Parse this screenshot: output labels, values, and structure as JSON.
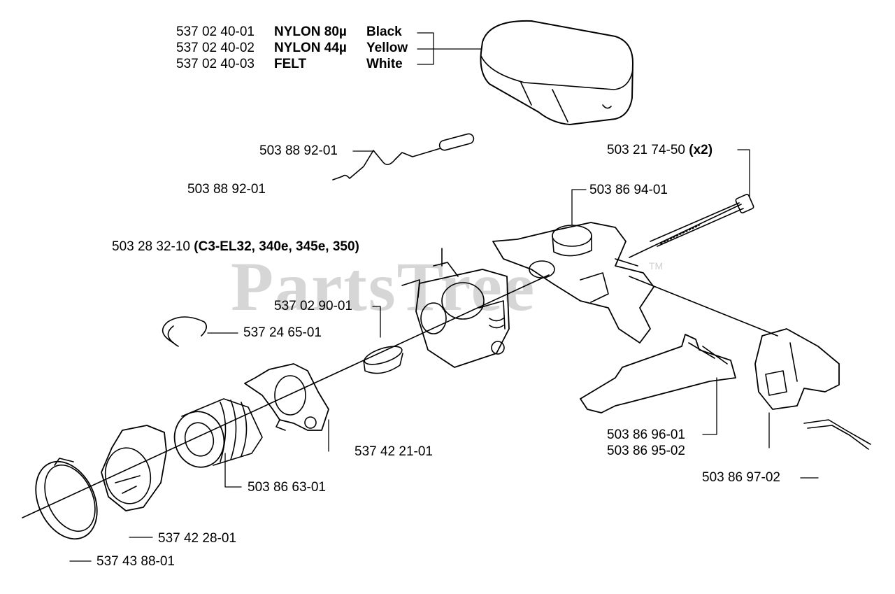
{
  "watermark": {
    "text": "PartsTree",
    "trademark": "TM"
  },
  "air_filter": {
    "rows": [
      {
        "part": "537 02 40-01",
        "material": "NYLON 80µ",
        "color": "Black"
      },
      {
        "part": "537 02 40-02",
        "material": "NYLON 44µ",
        "color": "Yellow"
      },
      {
        "part": "537 02 40-03",
        "material": "FELT",
        "color": "White"
      }
    ]
  },
  "labels": {
    "choke_rod": "503 88 92-01",
    "choke_rod_alt": "503 88 92-01",
    "bolt": "503 21 74-50",
    "bolt_qty": "(x2)",
    "carb_holder": "503 86 94-01",
    "carburetor_part": "503 28 32-10",
    "carburetor_models": "(C3-EL32, 340e, 345e, 350)",
    "sleeve": "537 02 90-01",
    "circlip": "537 24 65-01",
    "flange": "537 42 21-01",
    "intake": "503 86 63-01",
    "throttle_lever_1": "503 86 96-01",
    "throttle_lever_2": "503 86 95-02",
    "throttle_trigger": "503 86 97-02",
    "intake_guide": "537 42 28-01",
    "hose_clamp": "537 43 88-01"
  }
}
